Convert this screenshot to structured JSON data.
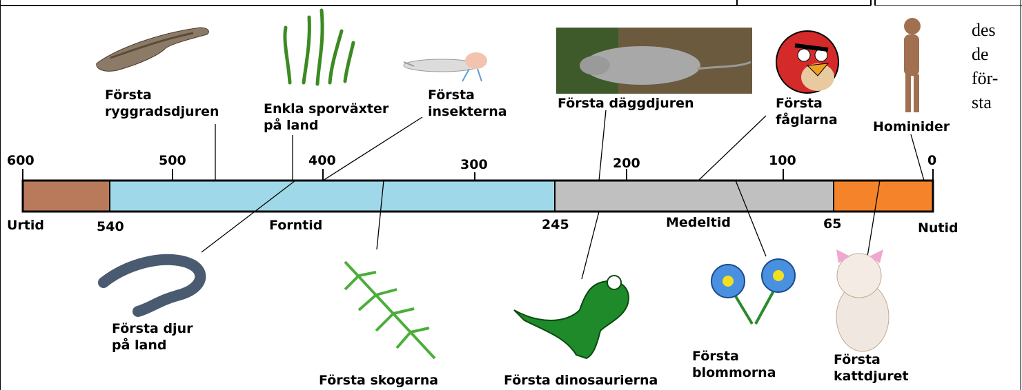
{
  "axis": {
    "ticks": [
      "600",
      "500",
      "400",
      "300",
      "200",
      "100",
      "0"
    ],
    "boundaries": [
      "540",
      "245",
      "65"
    ]
  },
  "eras": [
    {
      "name": "Urtid",
      "color": "#b87a5a"
    },
    {
      "name": "Forntid",
      "color": "#9fd8e8"
    },
    {
      "name": "Medeltid",
      "color": "#c0c0c0"
    },
    {
      "name": "Nutid",
      "color": "#f5832a"
    }
  ],
  "events": {
    "ryggrad": "Första\nryggradsdjuren",
    "sporvaxter": "Enkla sporväxter\npå land",
    "insekter": "Första\ninsekterna",
    "daggdjur": "Första däggdjuren",
    "faglar": "Första\nfåglarna",
    "hominider": "Hominider",
    "djur_land": "Första djur\npå land",
    "skogar": "Första skogarna",
    "dinosaurier": "Första dinosaurierna",
    "blommor": "Första\nblommorna",
    "katt": "Första\nkattdjuret"
  },
  "side_text": [
    "des",
    "de",
    "för-",
    "sta"
  ]
}
